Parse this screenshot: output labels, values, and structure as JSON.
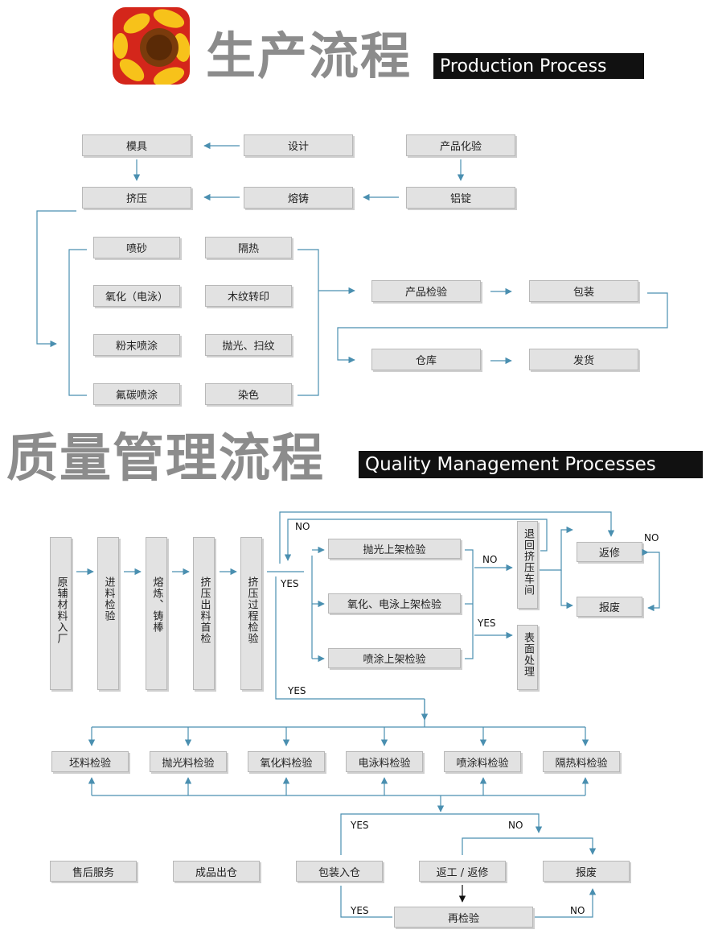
{
  "header1": {
    "cn": "生产流程",
    "en": "Production Process"
  },
  "header2": {
    "cn": "质量管理流程",
    "en": "Quality Management Processes"
  },
  "production": {
    "mould": "模具",
    "design": "设计",
    "chem_test": "产品化验",
    "extrusion": "挤压",
    "casting": "熔铸",
    "ingot": "铝锭",
    "sandblast": "喷砂",
    "heat_insulation": "隔热",
    "oxidation": "氧化（电泳）",
    "wood_grain": "木纹转印",
    "powder_coating": "粉末喷涂",
    "polish": "抛光、扫纹",
    "fluorocarbon": "氟碳喷涂",
    "dyeing": "染色",
    "product_inspection": "产品检验",
    "packaging": "包装",
    "warehouse": "仓库",
    "shipping": "发货"
  },
  "quality": {
    "raw_material": "原辅材料入厂",
    "incoming_inspection": "进料检验",
    "smelting": "熔炼、铸棒",
    "first_article": "挤压出料首检",
    "process_inspection": "挤压过程检验",
    "polish_rack": "抛光上架检验",
    "oxid_rack": "氧化、电泳上架检验",
    "spray_rack": "喷涂上架检验",
    "return_workshop": "退回挤压车间",
    "surface_treatment": "表面处理",
    "rework": "返修",
    "scrap": "报废",
    "blank_inspection": "坯料检验",
    "polish_inspection": "抛光料检验",
    "oxid_inspection": "氧化料检验",
    "electro_inspection": "电泳料检验",
    "spray_inspection": "喷涂料检验",
    "insulation_inspection": "隔热料检验",
    "after_sales": "售后服务",
    "finished_out": "成品出仓",
    "pack_in": "包装入仓",
    "rework2": "返工 / 返修",
    "scrap2": "报废",
    "reinspect": "再检验",
    "yes": "YES",
    "no": "NO"
  },
  "colors": {
    "arrow": "#4a8fb0",
    "box": "#e2e2e2",
    "title_gray": "#8c8c8c"
  }
}
